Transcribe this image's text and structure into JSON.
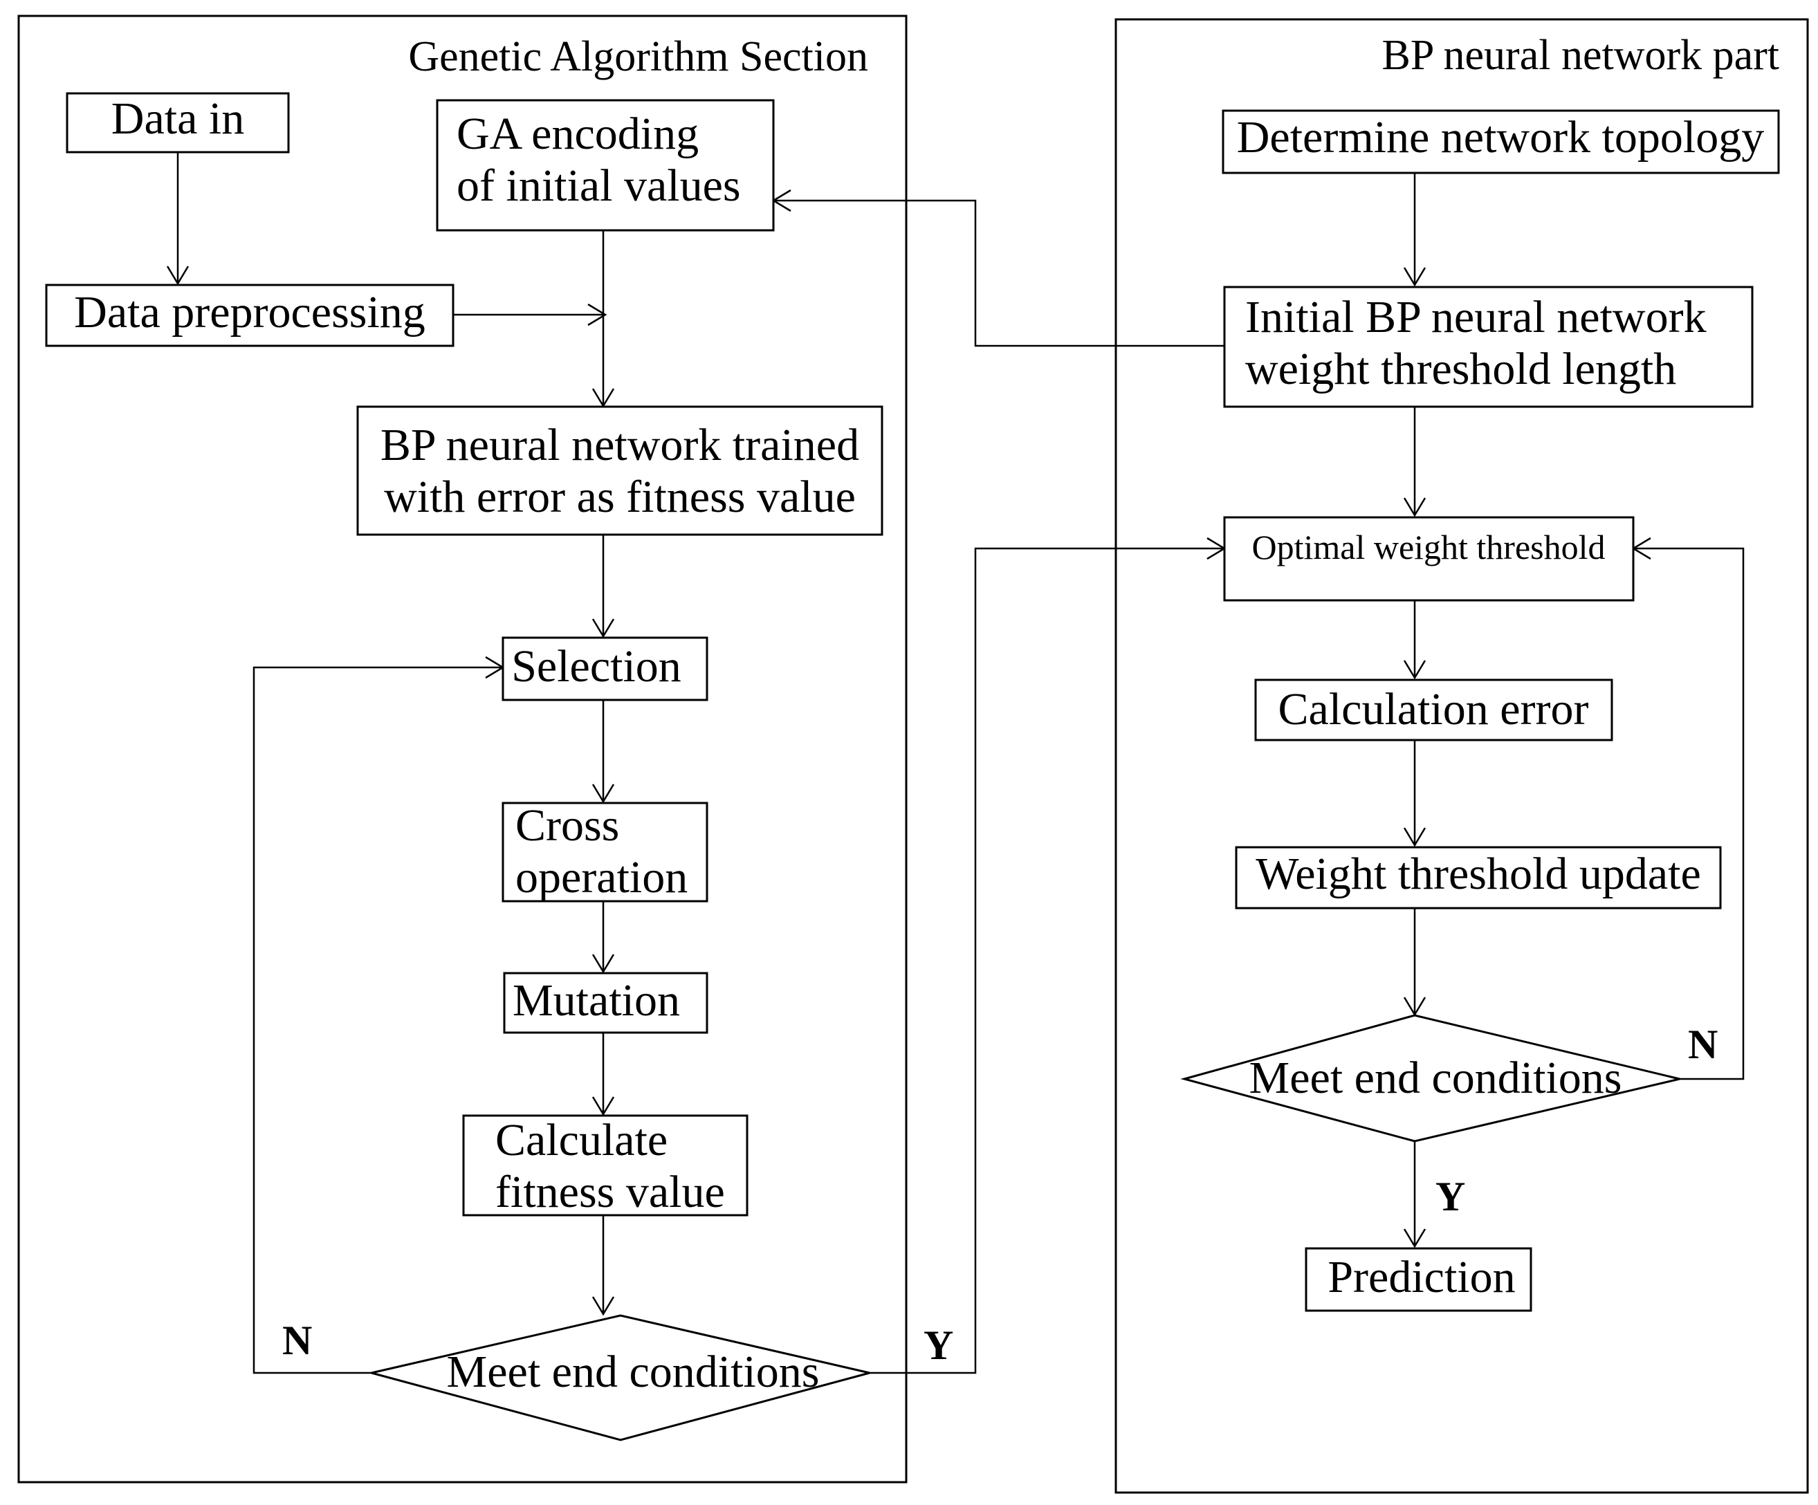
{
  "ga_section": {
    "title": "Genetic Algorithm Section",
    "data_in": "Data in",
    "data_preprocessing": "Data preprocessing",
    "ga_encoding": [
      "GA encoding",
      "of initial values"
    ],
    "bp_trained": [
      "BP neural network trained",
      "with error as fitness value"
    ],
    "selection": "Selection",
    "cross_operation": [
      "Cross",
      "operation"
    ],
    "mutation": "Mutation",
    "calculate_fitness": [
      "Calculate",
      "fitness value"
    ],
    "meet_end_conditions": "Meet end conditions",
    "no_label": "N",
    "yes_label": "Y"
  },
  "bp_section": {
    "title": "BP neural network part",
    "determine_topology": "Determine network topology",
    "initial_bp": [
      "Initial BP neural network",
      "weight threshold length"
    ],
    "optimal_weight": "Optimal weight threshold",
    "calculation_error": "Calculation error",
    "weight_update": "Weight threshold update",
    "meet_end_conditions": "Meet end conditions",
    "no_label": "N",
    "yes_label": "Y",
    "prediction": "Prediction"
  }
}
